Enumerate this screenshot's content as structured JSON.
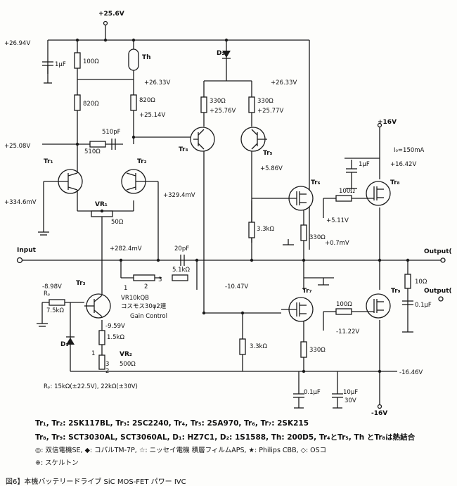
{
  "supply": {
    "top_v": "+25.6V",
    "rail_left_v": "+26.94V",
    "v_26_33_a": "+26.33V",
    "v_26_33_b": "+26.33V",
    "v_25_14": "+25.14V",
    "v_25_76": "+25.76V",
    "v_25_77": "+25.77V",
    "v_25_08": "+25.08V",
    "plus16": "+16V",
    "minus16": "-16V",
    "v_minus16_46": "-16.46V"
  },
  "parts": {
    "c1": "1μF",
    "r100": "100Ω",
    "th": "Th",
    "r820a": "820Ω",
    "r820b": "820Ω",
    "d2": "D₂",
    "r330a": "330Ω",
    "r330b": "330Ω",
    "c510p": "510pF",
    "r510": "510Ω",
    "tr1": "Tr₁",
    "tr2": "Tr₂",
    "tr4": "Tr₄",
    "tr5": "Tr₅",
    "tr6": "Tr₆",
    "tr7": "Tr₇",
    "tr8": "Tr₈",
    "tr9": "Tr₉",
    "tr3": "Tr₃",
    "vr1": "VR₁",
    "r50": "50Ω",
    "r3k3a": "3.3kΩ",
    "r3k3b": "3.3kΩ",
    "r330c": "330Ω",
    "r330d": "330Ω",
    "r100b": "100Ω",
    "r100c": "100Ω",
    "c20p": "20pF",
    "r5k1": "5.1kΩ",
    "vr_gain": "VR10kQB",
    "vr_gain_jp": "コスモス30φ2連",
    "gain_control": "Gain Control",
    "rp": "Rₚ",
    "r7k5": "7.5kΩ",
    "r1k5": "1.5kΩ",
    "d1": "D₁",
    "vr2": "VR₂",
    "r500": "500Ω",
    "c1uf_r": "1μF",
    "r10": "10Ω",
    "c01_out": "0.1μF",
    "c01_bot": "0.1μF",
    "c10_bot": "10μF",
    "v30": "30V",
    "id": "I₀=150mA"
  },
  "voltages": {
    "v334": "+334.6mV",
    "v329": "+329.4mV",
    "v282": "+282.4mV",
    "v5_86": "+5.86V",
    "v16_42": "+16.42V",
    "v5_11": "+5.11V",
    "v0_7": "+0.7mV",
    "vm8_98": "-8.98V",
    "vm9_59": "-9.59V",
    "vm10_47": "-10.47V",
    "vm11_22": "-11.22V"
  },
  "io": {
    "input": "Input",
    "output1": "Output(",
    "output2": "Output("
  },
  "pins": {
    "p1": "1",
    "p2": "2",
    "p3": "3",
    "q1": "1",
    "q2": "2",
    "q3": "3"
  },
  "notes": {
    "rp_values": "Rₚ: 15kΩ(±22.5V), 22kΩ(±30V)",
    "line1": "Tr₁, Tr₂: 2SK117BL, Tr₃: 2SC2240, Tr₄, Tr₅: 2SA970, Tr₆, Tr₇: 2SK215",
    "line2": "Tr₈, Tr₉: SCT3030AL, SCT3060AL, D₁: HZ7C1, D₂: 1S1588, Th: 200D5, Tr₄とTr₅, Th とTr₈は熱結合",
    "line3": "◎: 双信電機SE, ◆: コパルTM-7P, ☆: ニッセイ電機 積層フィルムAPS, ★: Philips CBB, ◇: OSコ",
    "line4": "※: スケルトン",
    "caption": "図6】本機バッテリードライブ SiC MOS-FET パワー IVC"
  }
}
